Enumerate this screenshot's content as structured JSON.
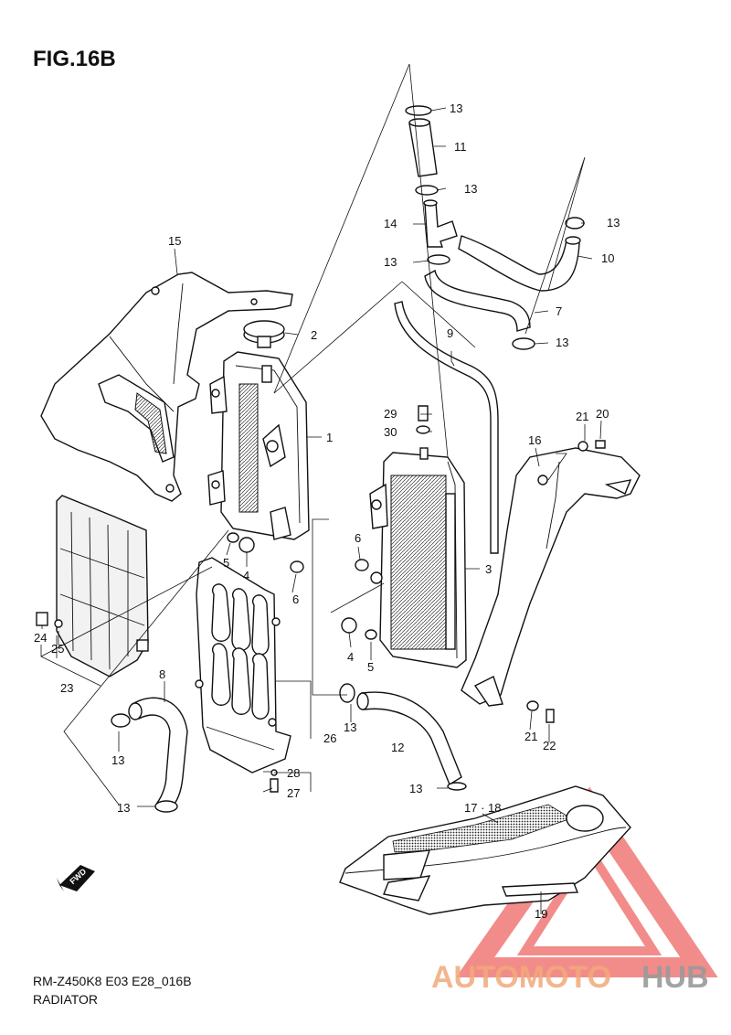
{
  "figure": {
    "title": "FIG.16B",
    "code": "RM-Z450K8 E03 E28_016B",
    "section": "RADIATOR",
    "fwd_label": "FWD"
  },
  "callouts": {
    "c1": "1",
    "c2": "2",
    "c3": "3",
    "c4a": "4",
    "c4b": "4",
    "c5a": "5",
    "c5b": "5",
    "c6a": "6",
    "c6b": "6",
    "c7": "7",
    "c8": "8",
    "c9": "9",
    "c10": "10",
    "c11": "11",
    "c12": "12",
    "c13a": "13",
    "c13b": "13",
    "c13c": "13",
    "c13d": "13",
    "c13e": "13",
    "c13f": "13",
    "c13g": "13",
    "c13h": "13",
    "c13i": "13",
    "c14": "14",
    "c15": "15",
    "c16": "16",
    "c1718": "17 · 18",
    "c19": "19",
    "c20": "20",
    "c21a": "21",
    "c21b": "21",
    "c22": "22",
    "c23": "23",
    "c24": "24",
    "c25": "25",
    "c26": "26",
    "c27": "27",
    "c28": "28",
    "c29": "29",
    "c30": "30"
  },
  "watermark": {
    "text_a": "AUTOMOTO",
    "text_b": "HUB",
    "color_a": "#f2a97a",
    "color_b": "#9a9a9a",
    "logo_color": "#e8302e"
  }
}
